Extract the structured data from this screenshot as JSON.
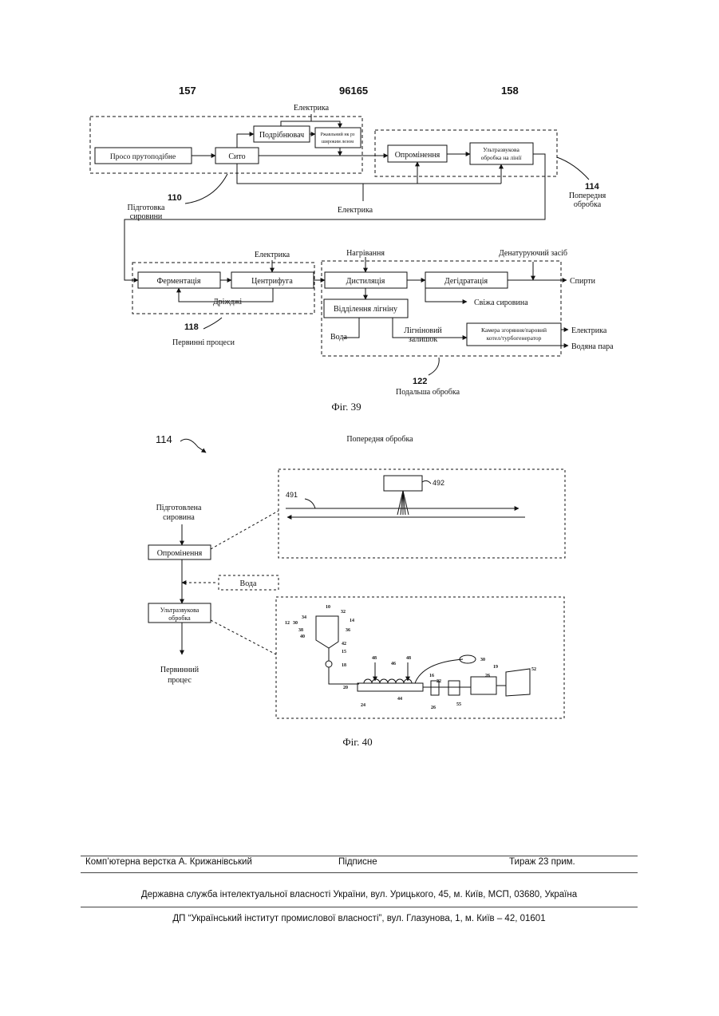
{
  "header": {
    "left": "157",
    "center": "96165",
    "right": "158"
  },
  "fig39": {
    "caption": "Фіг. 39",
    "elektryka_top": "Електрика",
    "proso": "Просо прутоподібне",
    "syto": "Сито",
    "podribniuvach": "Подрібнювач",
    "riz_1": "Ржавльний нк рз",
    "riz_2": "широким лезом",
    "oprom": "Опромінення",
    "ultra_1": "Ультразвукова",
    "ultra_2": "обробка на лінії",
    "ref114": "114",
    "poperedn_1": "Попередня",
    "poperedn_2": "обробка",
    "ref110": "110",
    "pidgot_1": "Підготовка",
    "pidgot_2": "сировини",
    "elektryka_mid": "Електрика",
    "elektryka_ferm": "Електрика",
    "fermentatsia": "Ферментація",
    "tsentryfuga": "Центрифуга",
    "drizhdzhi": "Дріжджі",
    "ref118": "118",
    "pervynni": "Первинні процеси",
    "nagrivannia": "Нагрівання",
    "denat": "Денатуруючий засіб",
    "dystyliatsia": "Дистиляція",
    "degidratatsia": "Дегідратація",
    "spyrty": "Спирти",
    "svizha": "Свіжа сировина",
    "vidilennia": "Відділення лігніну",
    "voda": "Вода",
    "lign_1": "Лігніновий",
    "lign_2": "залишок",
    "kamera_1": "Камера згоряння/паровий",
    "kamera_2": "котел/турбогенератор",
    "out_elektryka": "Електрика",
    "vodiana_para": "Водяна пара",
    "ref122": "122",
    "podalsha": "Подальша обробка"
  },
  "fig40": {
    "caption": "Фіг. 40",
    "ref114": "114",
    "title": "Попередня обробка",
    "pidgotovlena_1": "Підготовлена",
    "pidgotovlena_2": "сировина",
    "oprom": "Опромінення",
    "voda": "Вода",
    "ultra_1": "Ультразвукова",
    "ultra_2": "обробка",
    "pervynnyi_1": "Первинний",
    "pervynnyi_2": "процес",
    "ref491": "491",
    "ref492": "492",
    "refs": [
      "10",
      "32",
      "34",
      "12",
      "30",
      "38",
      "14",
      "36",
      "40",
      "42",
      "15",
      "18",
      "48",
      "46",
      "48",
      "30",
      "19",
      "16",
      "22",
      "26",
      "20",
      "44",
      "24",
      "26",
      "55",
      "52"
    ]
  },
  "footer": {
    "verstka": "Комп’ютерна верстка А. Крижанівський",
    "pidpysne": "Підписне",
    "tyrazh": "Тираж 23 прим.",
    "line2": "Державна служба інтелектуальної власності України, вул. Урицького, 45, м. Київ, МСП, 03680, Україна",
    "line3": "ДП “Український інститут промислової власності”, вул. Глазунова, 1, м. Київ – 42, 01601"
  }
}
